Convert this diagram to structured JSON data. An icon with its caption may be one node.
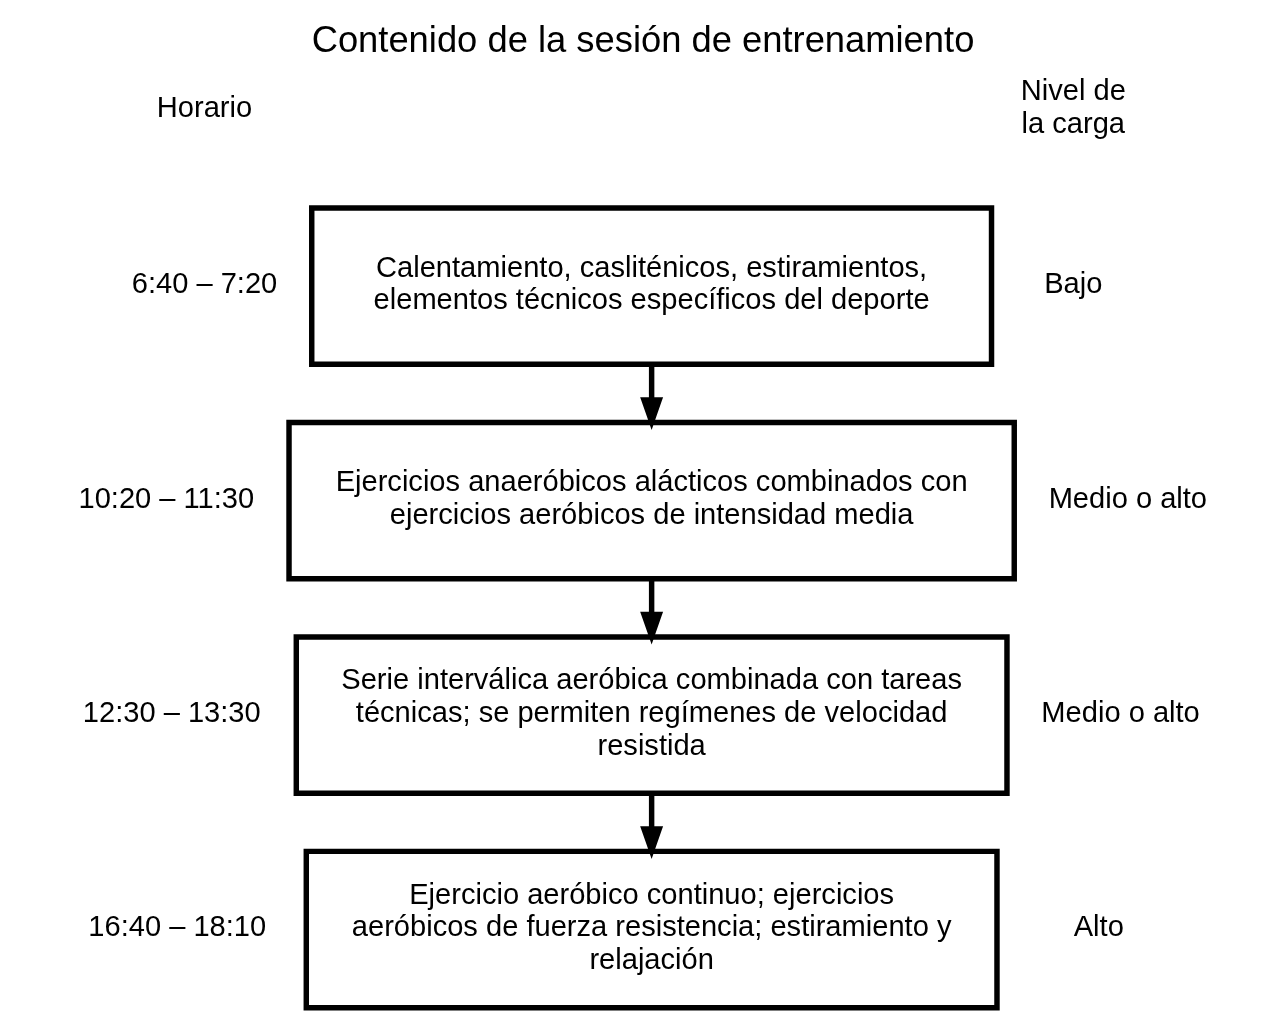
{
  "diagram": {
    "title": "Contenido de la sesión de entrenamiento",
    "nodes": [
      {
        "text": [
          "Calentamiento, casliténicos, estiramientos, elementos técnicos específicos del deporte"
        ],
        "beside": [
          "6:40 – 7:20",
          "Bajo"
        ]
      },
      {
        "text": [
          "Ejercicios anaeróbicos alácticos combinados con ejercicios aeróbicos de intensidad media"
        ],
        "beside": [
          "10:20 – 11:30",
          "Medio o alto"
        ]
      },
      {
        "text": [
          "Serie interválica aeróbica combinada con tareas técnicas; se permiten regímenes de velocidad resistida"
        ],
        "beside": [
          "12:30 – 13:30",
          "Medio o alto"
        ]
      },
      {
        "text": [
          "Ejercicio aeróbico continuo; ejercicios aeróbicos de fuerza resistencia; estiramiento y relajación"
        ],
        "beside": [
          "16:40 – 18:10",
          "Alto"
        ]
      }
    ],
    "edges": [
      {
        "from": 0,
        "to": 1,
        "arrow": "to"
      },
      {
        "from": 1,
        "to": 2,
        "arrow": "to"
      },
      {
        "from": 2,
        "to": 3,
        "arrow": "to"
      }
    ],
    "labels": [
      "Horario",
      "Nivel de la carga"
    ]
  }
}
